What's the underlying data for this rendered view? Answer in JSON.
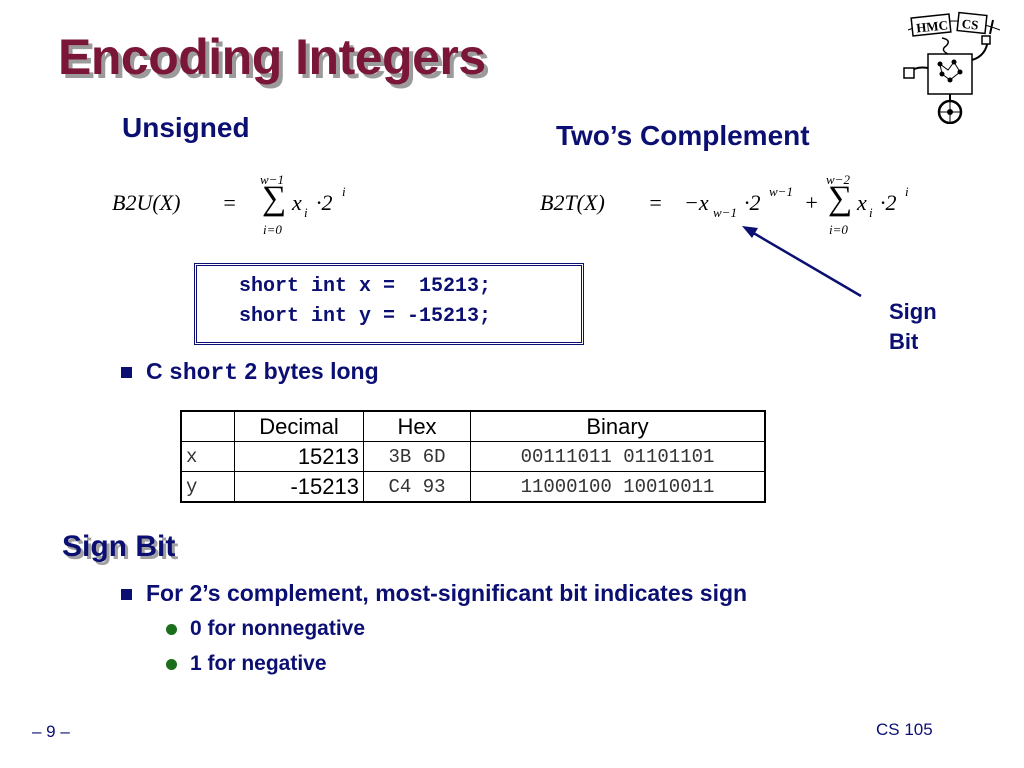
{
  "title": "Encoding Integers",
  "unsigned": {
    "heading": "Unsigned",
    "lhs": "B2U(X)",
    "eq": "=",
    "sum_upper": "w−1",
    "sum_lower": "i=0",
    "term": "x",
    "term_sub": "i",
    "times_two": "·2",
    "exp": "i"
  },
  "twos": {
    "heading": "Two’s Complement",
    "lhs": "B2T(X)",
    "eq": "=",
    "neg_term": "−x",
    "neg_sub": "w−1",
    "neg_times_two": "·2",
    "neg_exp": "w−1",
    "plus": "+",
    "sum_upper": "w−2",
    "sum_lower": "i=0",
    "term": "x",
    "term_sub": "i",
    "times_two": "·2",
    "exp": "i"
  },
  "code": {
    "line1": "short int x =  15213;",
    "line2": "short int y = -15213;"
  },
  "bullet_c_short": {
    "prefix": "C",
    "code": "short",
    "suffix": "2 bytes long"
  },
  "table": {
    "headers": [
      "",
      "Decimal",
      "Hex",
      "Binary"
    ],
    "rows": [
      [
        "x",
        "15213",
        "3B 6D",
        "00111011 01101101"
      ],
      [
        "y",
        "-15213",
        "C4 93",
        "11000100 10010011"
      ]
    ]
  },
  "sign_bit_label": {
    "line1": "Sign",
    "line2": "Bit"
  },
  "sign_bit_section": {
    "heading": "Sign Bit",
    "bullet": "For 2’s complement, most-significant bit indicates sign",
    "sub1": "0 for nonnegative",
    "sub2": "1 for negative"
  },
  "footer": {
    "page": "– 9 –",
    "course": "CS 105"
  },
  "logo": {
    "text_hmc": "HMC",
    "text_cs": "CS"
  },
  "colors": {
    "title": "#7a1638",
    "heading": "#0b0f72",
    "bullet_sub": "#1b6f1b"
  }
}
